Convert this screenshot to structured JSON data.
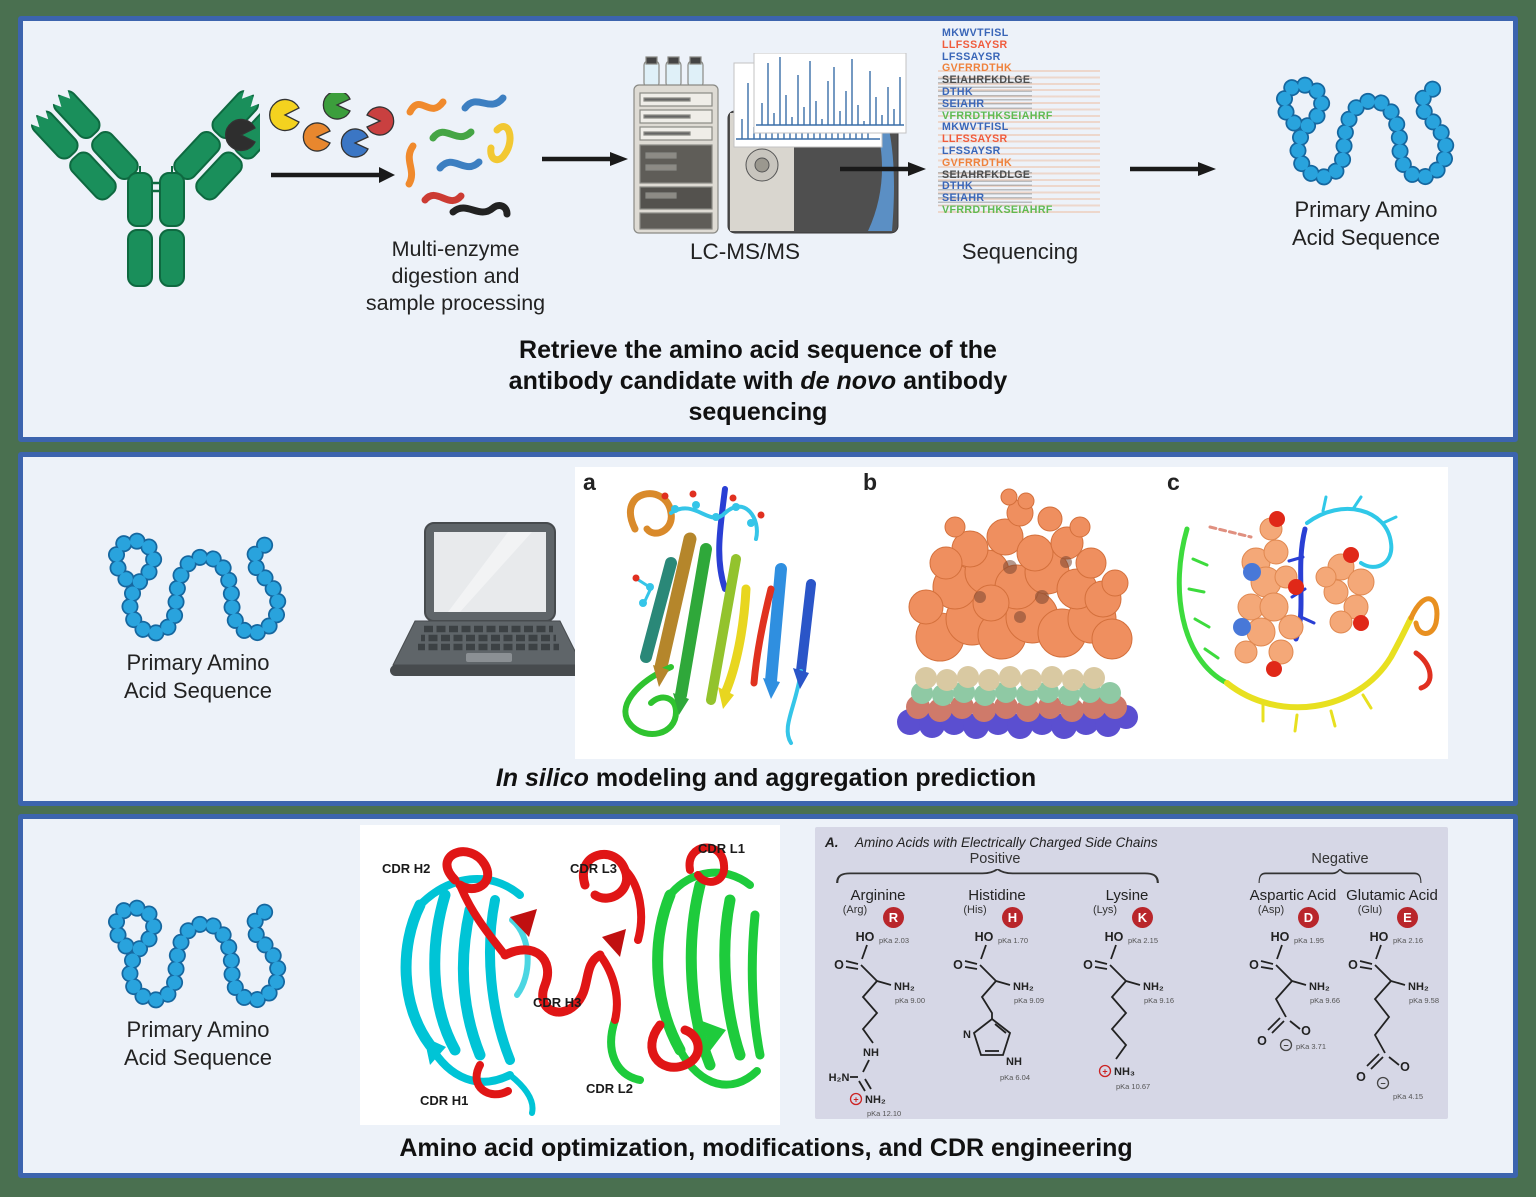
{
  "colors": {
    "frame_green": "#4a7050",
    "panel_border_blue": "#3c64ae",
    "panel_bg": "#edf2f9",
    "bead_blue": "#29a3dd",
    "antibody_green": "#1a8f5b",
    "chart_bg": "#d6d7e6",
    "badge_red": "#b9262b",
    "cdr_red": "#e01616",
    "cdr_cyan": "#00c4d6",
    "cdr_green": "#1ecb3c"
  },
  "top": {
    "labels": {
      "digestion": "Multi-enzyme digestion and sample processing",
      "lcms": "LC-MS/MS",
      "sequencing": "Sequencing",
      "primary": "Primary Amino Acid Sequence"
    },
    "sequences": [
      {
        "text": "MKWVTFISL",
        "color": "#3a66b8"
      },
      {
        "text": "LLFSSAYSR",
        "color": "#f05c3d"
      },
      {
        "text": "LFSSAYSR",
        "color": "#3a66b8"
      },
      {
        "text": "GVFRRDTHK",
        "color": "#ef823c"
      },
      {
        "text": "SEIAHRFKDLGE",
        "color": "#4d4d4d"
      },
      {
        "text": "DTHK",
        "color": "#3a66b8"
      },
      {
        "text": "SEIAHR",
        "color": "#3a66b8"
      },
      {
        "text": "VFRRDTHKSEIAHRF",
        "color": "#5fba52"
      }
    ],
    "caption": {
      "pre": "Retrieve the amino acid sequence of the antibody candidate with ",
      "italic": "de novo",
      "post": " antibody sequencing"
    }
  },
  "middle": {
    "primary": "Primary Amino Acid Sequence",
    "figures": [
      "a",
      "b",
      "c"
    ],
    "caption": {
      "italic": "In silico",
      "post": " modeling and aggregation prediction"
    }
  },
  "bottom": {
    "primary": "Primary Amino Acid Sequence",
    "cdr_labels": [
      "CDR H2",
      "CDR L3",
      "CDR L1",
      "CDR H3",
      "CDR L2",
      "CDR H1"
    ],
    "caption": "Amino acid optimization, modifications, and CDR engineering",
    "chart": {
      "section": "A.",
      "title": "Amino Acids with Electrically Charged Side Chains",
      "groups": {
        "positive": "Positive",
        "negative": "Negative"
      },
      "shared": {
        "ho": "HO",
        "o": "O",
        "amine": "NH₂",
        "plus": "+",
        "minus": "−"
      },
      "acids": [
        {
          "name": "Arginine",
          "abbr": "(Arg)",
          "letter": "R",
          "pka1": "pKa 2.03",
          "pka2": "pKa 9.00",
          "pka3": "pKa 12.10",
          "side_a": "NH",
          "side_b": "H₂N",
          "side_c": "NH₂"
        },
        {
          "name": "Histidine",
          "abbr": "(His)",
          "letter": "H",
          "pka1": "pKa 1.70",
          "pka2": "pKa 9.09",
          "pka3": "pKa 6.04",
          "side_a": "N",
          "side_b": "NH"
        },
        {
          "name": "Lysine",
          "abbr": "(Lys)",
          "letter": "K",
          "pka1": "pKa 2.15",
          "pka2": "pKa 9.16",
          "pka3": "pKa 10.67",
          "side_a": "NH₃"
        },
        {
          "name": "Aspartic Acid",
          "abbr": "(Asp)",
          "letter": "D",
          "pka1": "pKa 1.95",
          "pka2": "pKa 9.66",
          "pka3": "pKa 3.71",
          "side_a": "O",
          "side_b": "O"
        },
        {
          "name": "Glutamic Acid",
          "abbr": "(Glu)",
          "letter": "E",
          "pka1": "pKa 2.16",
          "pka2": "pKa 9.58",
          "pka3": "pKa 4.15",
          "side_a": "O",
          "side_b": "O"
        }
      ]
    }
  }
}
